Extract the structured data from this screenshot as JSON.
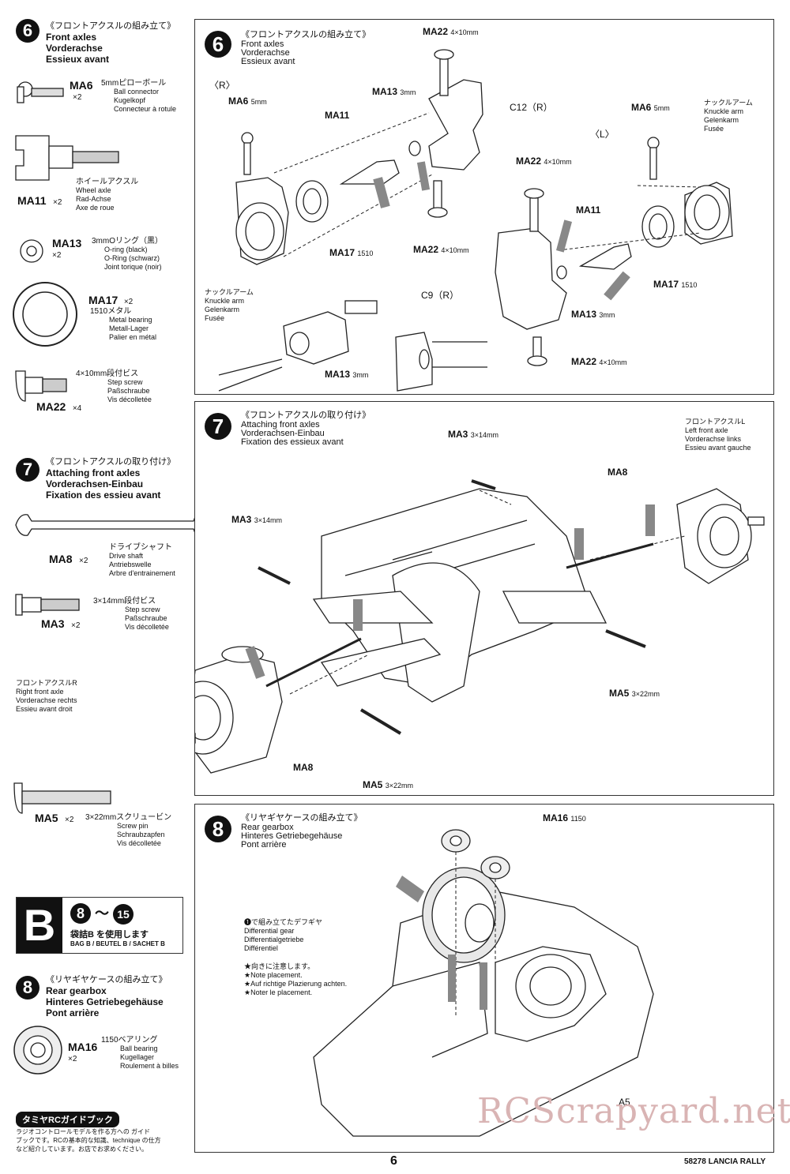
{
  "left": {
    "step6": {
      "num": "6",
      "jp": "《フロントアクスルの組み立て》",
      "en": "Front axles",
      "de": "Vorderachse",
      "fr": "Essieux avant"
    },
    "parts6": [
      {
        "code": "MA6",
        "qty": "×2",
        "jp": "5mmピローボール",
        "en": "Ball connector",
        "de": "Kugelkopf",
        "fr": "Connecteur à rotule"
      },
      {
        "code": "MA11",
        "qty": "×2",
        "jp": "ホイールアクスル",
        "en": "Wheel axle",
        "de": "Rad-Achse",
        "fr": "Axe de roue"
      },
      {
        "code": "MA13",
        "qty": "×2",
        "jp": "3mmOリング（黒）",
        "en": "O-ring (black)",
        "de": "O-Ring (schwarz)",
        "fr": "Joint torique (noir)"
      },
      {
        "code": "MA17",
        "qty": "×2",
        "jp": "1510メタル",
        "en": "Metal bearing",
        "de": "Metall-Lager",
        "fr": "Palier en métal"
      },
      {
        "code": "MA22",
        "qty": "×4",
        "jp": "4×10mm段付ビス",
        "en": "Step screw",
        "de": "Paßschraube",
        "fr": "Vis décolletée"
      }
    ],
    "step7": {
      "num": "7",
      "jp": "《フロントアクスルの取り付け》",
      "en": "Attaching front axles",
      "de": "Vorderachsen-Einbau",
      "fr": "Fixation des essieu avant"
    },
    "parts7": [
      {
        "code": "MA8",
        "qty": "×2",
        "jp": "ドライブシャフト",
        "en": "Drive shaft",
        "de": "Antriebswelle",
        "fr": "Arbre d'entrainement"
      },
      {
        "code": "MA3",
        "qty": "×2",
        "jp": "3×14mm段付ビス",
        "en": "Step screw",
        "de": "Paßschraube",
        "fr": "Vis décolletée"
      },
      {
        "code": "MA5",
        "qty": "×2",
        "jp": "3×22mmスクリュービン",
        "en": "Screw pin",
        "de": "Schraubzapfen",
        "fr": "Vis décolletée"
      }
    ],
    "bag": {
      "letter": "B",
      "from": "8",
      "tilde": "〜",
      "to": "15",
      "jp": "袋詰B を使用します",
      "en": "BAG B / BEUTEL B / SACHET B"
    },
    "step8": {
      "num": "8",
      "jp": "《リヤギヤケースの組み立て》",
      "en": "Rear gearbox",
      "de": "Hinteres Getriebegehäuse",
      "fr": "Pont arrière"
    },
    "parts8": [
      {
        "code": "MA16",
        "qty": "×2",
        "jp": "1150ベアリング",
        "en": "Ball bearing",
        "de": "Kugellager",
        "fr": "Roulement à billes"
      }
    ],
    "guide": {
      "title": "タミヤRCガイドブック",
      "text": [
        "ラジオコントロールモデルを作る方への ガイド",
        "ブックです。RCの基本的な知識、technique の仕方",
        "など紹介しています。お店でお求めください。"
      ]
    }
  },
  "panel6": {
    "num": "6",
    "jp": "《フロントアクスルの組み立て》",
    "en": "Front axles",
    "de": "Vorderachse",
    "fr": "Essieux avant",
    "r_label": "〈R〉",
    "l_label": "〈L〉",
    "labels": {
      "ma22_top": "MA22",
      "ma22_top_sz": "4×10mm",
      "ma6_r": "MA6",
      "ma6_r_sz": "5mm",
      "ma13_top": "MA13",
      "ma13_top_sz": "3mm",
      "c12": "C12（R）",
      "ma11_r": "MA11",
      "ma6_l": "MA6",
      "ma6_l_sz": "5mm",
      "knuckle_l": [
        "ナックルアーム",
        "Knuckle arm",
        "Gelenkarm",
        "Fusée"
      ],
      "ma22_mid": "MA22",
      "ma22_mid_sz": "4×10mm",
      "ma11_l": "MA11",
      "ma17_r": "MA17",
      "ma17_r_sz": "1510",
      "ma22_r": "MA22",
      "ma22_r_sz": "4×10mm",
      "knuckle_r": [
        "ナックルアーム",
        "Knuckle arm",
        "Gelenkarm",
        "Fusée"
      ],
      "c9": "C9（R）",
      "ma17_l": "MA17",
      "ma17_l_sz": "1510",
      "ma13_l": "MA13",
      "ma13_l_sz": "3mm",
      "ma13_bottom": "MA13",
      "ma13_bottom_sz": "3mm",
      "ma22_bottom": "MA22",
      "ma22_bottom_sz": "4×10mm"
    }
  },
  "panel7": {
    "num": "7",
    "jp": "《フロントアクスルの取り付け》",
    "en": "Attaching front axles",
    "de": "Vorderachsen-Einbau",
    "fr": "Fixation des essieux avant",
    "labels": {
      "ma3_top": "MA3",
      "ma3_top_sz": "3×14mm",
      "left_axle": [
        "フロントアクスルL",
        "Left front axle",
        "Vorderachse links",
        "Essieu avant gauche"
      ],
      "ma8_top": "MA8",
      "ma3_left": "MA3",
      "ma3_left_sz": "3×14mm",
      "right_axle": [
        "フロントアクスルR",
        "Right front axle",
        "Vorderachse rechts",
        "Essieu avant droit"
      ],
      "ma5_right": "MA5",
      "ma5_right_sz": "3×22mm",
      "ma8_bottom": "MA8",
      "ma5_bottom": "MA5",
      "ma5_bottom_sz": "3×22mm"
    }
  },
  "panel8": {
    "num": "8",
    "jp": "《リヤギヤケースの組み立て》",
    "en": "Rear gearbox",
    "de": "Hinteres Getriebegehäuse",
    "fr": "Pont arrière",
    "labels": {
      "ma16": "MA16",
      "ma16_sz": "1150",
      "diff": [
        "❶で組み立てたデフギヤ",
        "Differential gear",
        "Differentialgetriebe",
        "Différentiel"
      ],
      "note": [
        "★向きに注意します。",
        "★Note placement.",
        "★Auf richtige Plazierung achten.",
        "★Noter le placement."
      ],
      "a5": "A5"
    }
  },
  "footer": {
    "page": "6",
    "model": "58278 LANCIA RALLY",
    "watermark": "RCScrapyard.net"
  }
}
